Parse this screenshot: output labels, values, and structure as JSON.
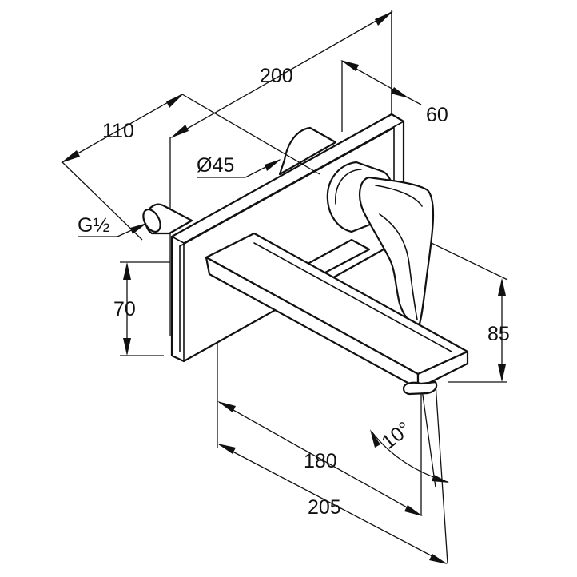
{
  "dimensions": {
    "overall_width": "200",
    "spout_inset": "110",
    "handle_offset": "60",
    "diameter": "Ø45",
    "thread": "G½",
    "plate_height": "70",
    "spout_height": "85",
    "spout_length": "180",
    "total_projection": "205",
    "angle": "10°"
  },
  "colors": {
    "line": "#111111",
    "background": "#ffffff"
  }
}
